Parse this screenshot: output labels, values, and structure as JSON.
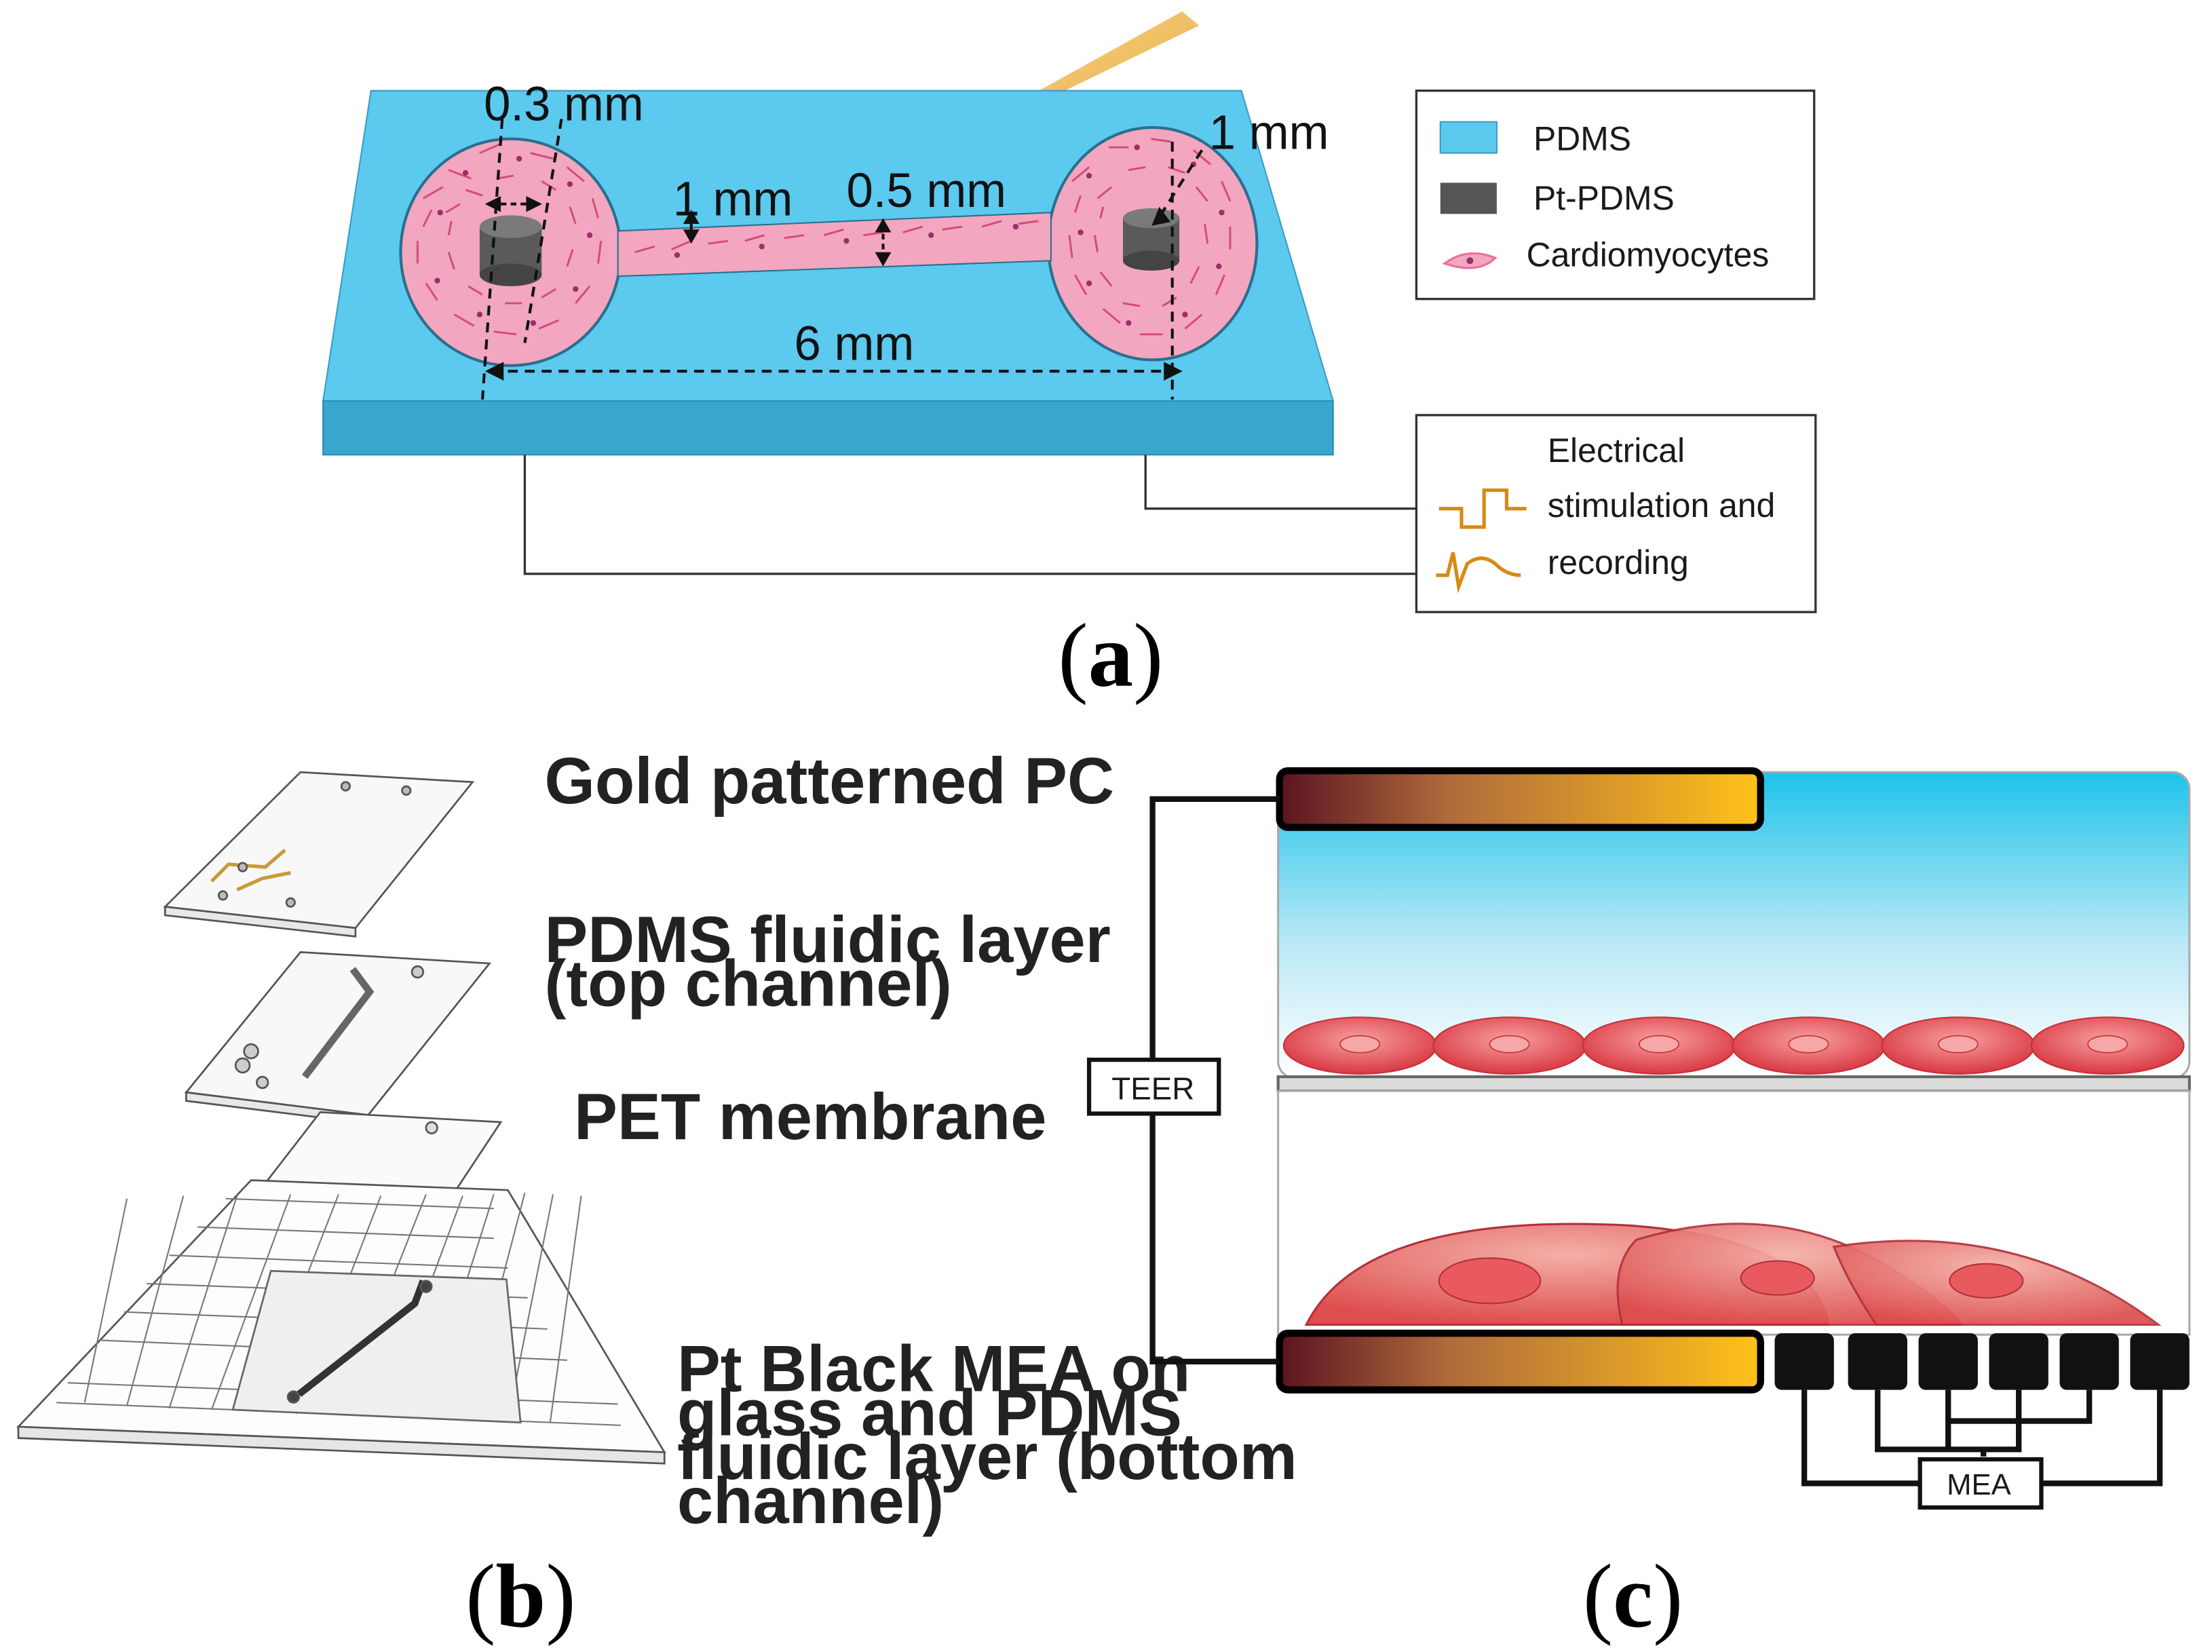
{
  "panel_a": {
    "caption": "a",
    "dimensions": {
      "d1": "0.3 mm",
      "d2": "1 mm",
      "d3": "1 mm",
      "d4": "0.5 mm",
      "d5": "6 mm"
    },
    "legend": {
      "pdms": "PDMS",
      "pt_pdms": "Pt-PDMS",
      "cardio": "Cardiomyocytes"
    },
    "stim": {
      "line1": "Electrical",
      "line2": "stimulation and",
      "line3": "recording"
    },
    "colors": {
      "pdms": "#5cc9ef",
      "pdms_dark": "#3aaed6",
      "pt_pdms": "#555555",
      "cell": "#e8709a",
      "stim": "#d68a16",
      "pipette": "#f2c061",
      "drop": "#f27b4a"
    }
  },
  "panel_b": {
    "caption": "b",
    "layers": {
      "l1": "Gold patterned PC",
      "l2a": "PDMS fluidic layer",
      "l2b": "(top channel)",
      "l3": "PET membrane",
      "l4a": "Pt Black MEA on",
      "l4b": "glass and PDMS",
      "l4c": "fluidic layer (bottom",
      "l4d": "channel)"
    }
  },
  "panel_c": {
    "caption": "c",
    "teer": "TEER",
    "mea": "MEA",
    "colors": {
      "fluid_top": "#29c6ec",
      "cells": "#e0414a",
      "electrode_dark": "#5a1420",
      "electrode_light": "#ffc21a"
    }
  }
}
